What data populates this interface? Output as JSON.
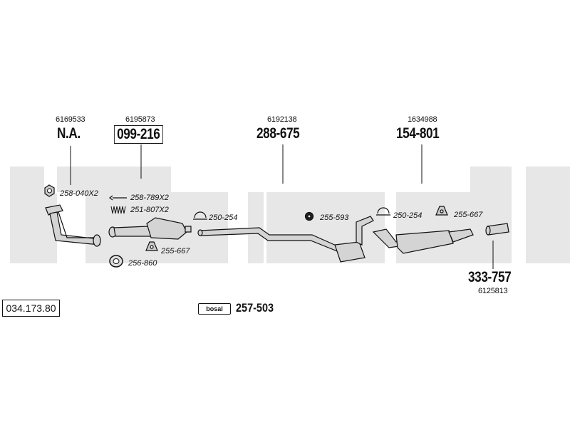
{
  "parts": [
    {
      "part_number": "6169533",
      "code": "N.A."
    },
    {
      "part_number": "6195873",
      "code": "099-216"
    },
    {
      "part_number": "6192138",
      "code": "288-675"
    },
    {
      "part_number": "1634988",
      "code": "154-801"
    },
    {
      "part_number": "6125813",
      "code": "333-757"
    }
  ],
  "accessories": [
    {
      "label": "258-040X2",
      "icon": "nut-icon"
    },
    {
      "label": "258-789X2",
      "icon": "bolt-icon"
    },
    {
      "label": "251-807X2",
      "icon": "spring-icon"
    },
    {
      "label": "250-254",
      "icon": "clamp-icon"
    },
    {
      "label": "255-667",
      "icon": "rubber-mount-icon"
    },
    {
      "label": "256-860",
      "icon": "gasket-ring-icon"
    },
    {
      "label": "255-593",
      "icon": "rubber-ring-icon"
    },
    {
      "label": "250-254",
      "icon": "clamp-icon"
    },
    {
      "label": "255-667",
      "icon": "rubber-mount-icon"
    }
  ],
  "reference": "034.173.80",
  "bosal": {
    "badge": "bosal",
    "code": "257-503"
  },
  "colors": {
    "band": "#e7e7e7",
    "line": "#111111",
    "part_fill": "#d4d4d4"
  }
}
